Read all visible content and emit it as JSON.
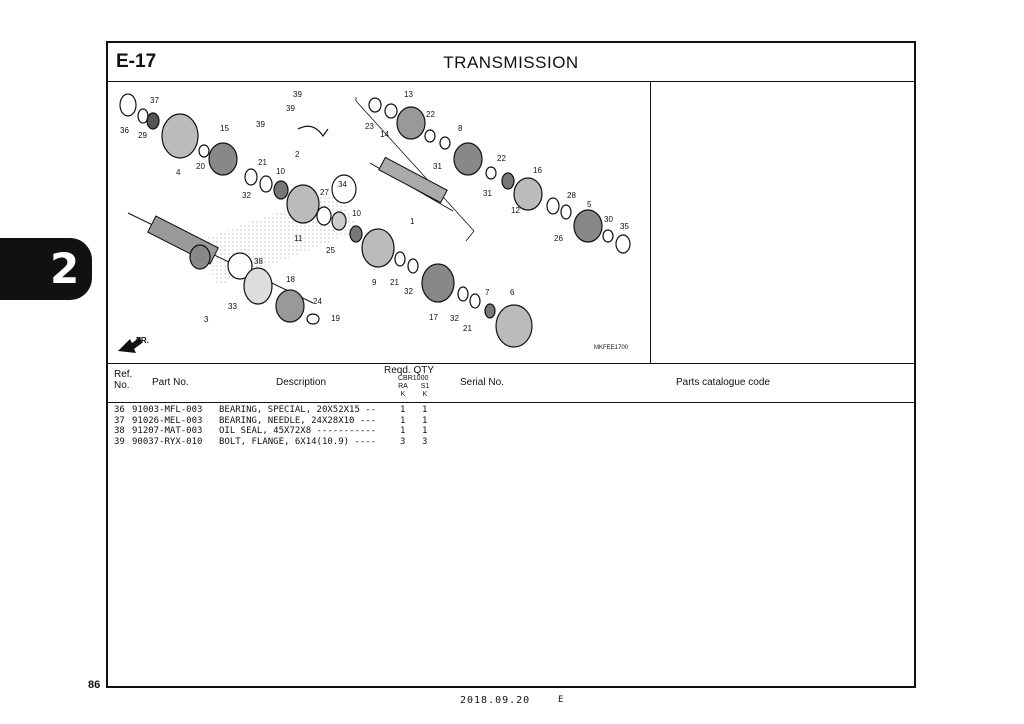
{
  "chapter_tab": "2",
  "page_number": "86",
  "header": {
    "section_code": "E-17",
    "title": "TRANSMISSION"
  },
  "diagram": {
    "code": "MKFEE1700",
    "front_indicator": "FR.",
    "callouts": [
      "39",
      "37",
      "13",
      "39",
      "22",
      "36",
      "29",
      "39",
      "15",
      "23",
      "14",
      "8",
      "2",
      "31",
      "22",
      "21",
      "16",
      "10",
      "34",
      "20",
      "32",
      "4",
      "31",
      "27",
      "28",
      "12",
      "5",
      "10",
      "1",
      "30",
      "11",
      "25",
      "26",
      "35",
      "38",
      "9",
      "21",
      "18",
      "32",
      "7",
      "6",
      "33",
      "24",
      "3",
      "19",
      "17",
      "32",
      "21"
    ]
  },
  "table": {
    "headers": {
      "ref": "Ref. No.",
      "part_no": "Part No.",
      "description": "Description",
      "reqd_qty": "Reqd. QTY",
      "model": "CBR1000",
      "col_a": "RA K",
      "col_b": "S1 K",
      "serial_no": "Serial No.",
      "catalogue_code": "Parts catalogue code"
    },
    "rows": [
      {
        "ref": "36",
        "part_no": "91003-MFL-003",
        "description": "BEARING, SPECIAL, 20X52X15 --",
        "qty_a": "1",
        "qty_b": "1"
      },
      {
        "ref": "37",
        "part_no": "91026-MEL-003",
        "description": "BEARING, NEEDLE, 24X28X10 ---",
        "qty_a": "1",
        "qty_b": "1"
      },
      {
        "ref": "38",
        "part_no": "91207-MAT-003",
        "description": "OIL SEAL, 45X72X8 -----------",
        "qty_a": "1",
        "qty_b": "1"
      },
      {
        "ref": "39",
        "part_no": "90037-RYX-010",
        "description": "BOLT, FLANGE, 6X14(10.9) ----",
        "qty_a": "3",
        "qty_b": "3"
      }
    ]
  },
  "footer": {
    "date": "2018.09.20",
    "lang": "E"
  }
}
